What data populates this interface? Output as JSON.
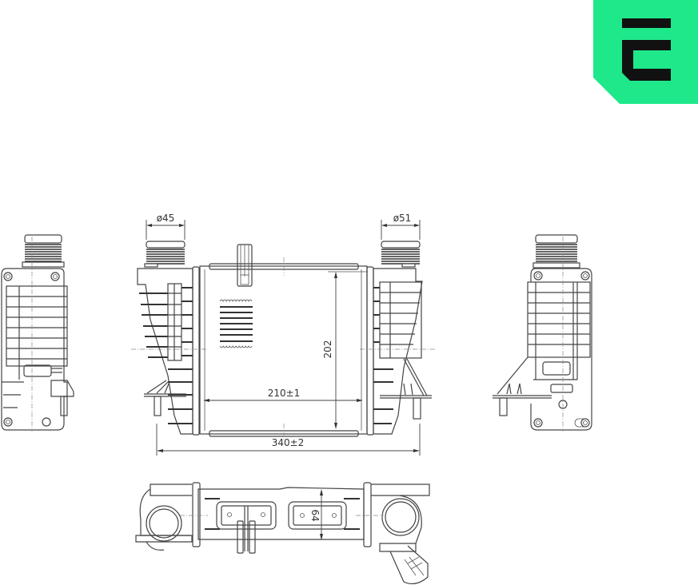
{
  "brand": {
    "logo_letter": "E",
    "logo_bg_color": "#1ee88a",
    "logo_fg_color": "#111111"
  },
  "drawing": {
    "title": "Intercooler technical drawing",
    "views": [
      "left-side-view",
      "front-view",
      "right-side-view",
      "bottom-view"
    ],
    "dimensions": {
      "inlet_diameter": "ø45",
      "outlet_diameter": "ø51",
      "core_height": "202",
      "core_width": "210±1",
      "overall_width": "340±2",
      "core_depth": "64"
    },
    "line_color": "#444444"
  }
}
